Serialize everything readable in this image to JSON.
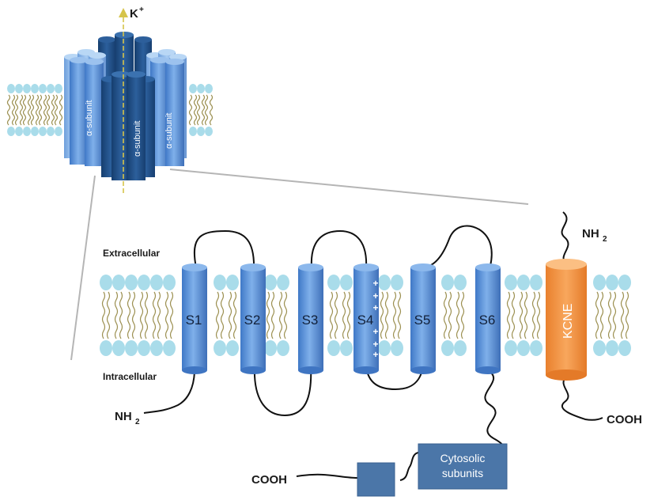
{
  "top_channel": {
    "ion_label": "K",
    "ion_charge": "+",
    "subunit_left": "α-subunit",
    "subunit_center": "α-subunit",
    "subunit_right": "α-subunit"
  },
  "membrane": {
    "extracellular_label": "Extracellular",
    "intracellular_label": "Intracellular"
  },
  "segments": [
    {
      "label": "S1"
    },
    {
      "label": "S2"
    },
    {
      "label": "S3"
    },
    {
      "label": "S4",
      "charges": [
        "+",
        "+",
        "+",
        "+",
        "+",
        "+"
      ]
    },
    {
      "label": "S5"
    },
    {
      "label": "S6"
    }
  ],
  "termini": {
    "alpha_n": "NH",
    "alpha_n_sub": "2",
    "alpha_c": "COOH",
    "kcne_n": "NH",
    "kcne_n_sub": "2",
    "kcne_c": "COOH"
  },
  "kcne": {
    "label": "KCNE"
  },
  "cytosolic": {
    "line1": "Cytosolic",
    "line2": "subunits"
  },
  "colors": {
    "segment_blue": "#5b8fd6",
    "dark_blue": "#1e4e86",
    "kcne_orange": "#f39443",
    "lipid_head": "#a9dcea",
    "lipid_tail": "#9b8f4f",
    "cytosolic_box": "#4b76a8"
  }
}
